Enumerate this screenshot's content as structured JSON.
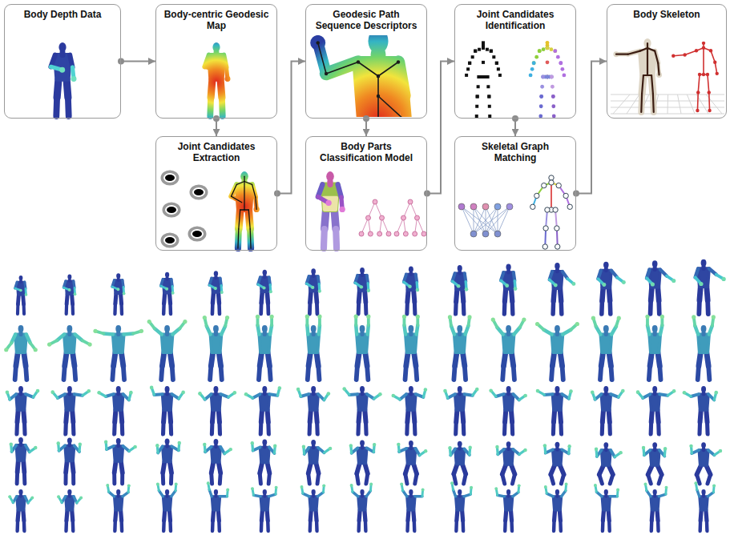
{
  "diagram": {
    "nodes": [
      {
        "text": [
          "Body Depth Data"
        ]
      },
      {
        "text": [
          "Body-centric Geodesic Map"
        ]
      },
      {
        "text": [
          "Geodesic Path Sequence Descriptors"
        ]
      },
      {
        "text": [
          "Joint Candidates Identification"
        ]
      },
      {
        "text": [
          "Body Skeleton"
        ]
      },
      {
        "text": [
          "Joint Candidates Extraction"
        ]
      },
      {
        "text": [
          "Body Parts Classification Model"
        ]
      },
      {
        "text": [
          "Skeletal Graph Matching"
        ]
      }
    ],
    "edges": [
      {
        "from": 0,
        "to": 1,
        "arrow": "to"
      },
      {
        "from": 1,
        "to": 5,
        "arrow": "to"
      },
      {
        "from": 5,
        "to": 2,
        "arrow": "to"
      },
      {
        "from": 2,
        "to": 6,
        "arrow": "to"
      },
      {
        "from": 6,
        "to": 3,
        "arrow": "to"
      },
      {
        "from": 3,
        "to": 7,
        "arrow": "to"
      },
      {
        "from": 7,
        "to": 4,
        "arrow": "to"
      }
    ]
  }
}
